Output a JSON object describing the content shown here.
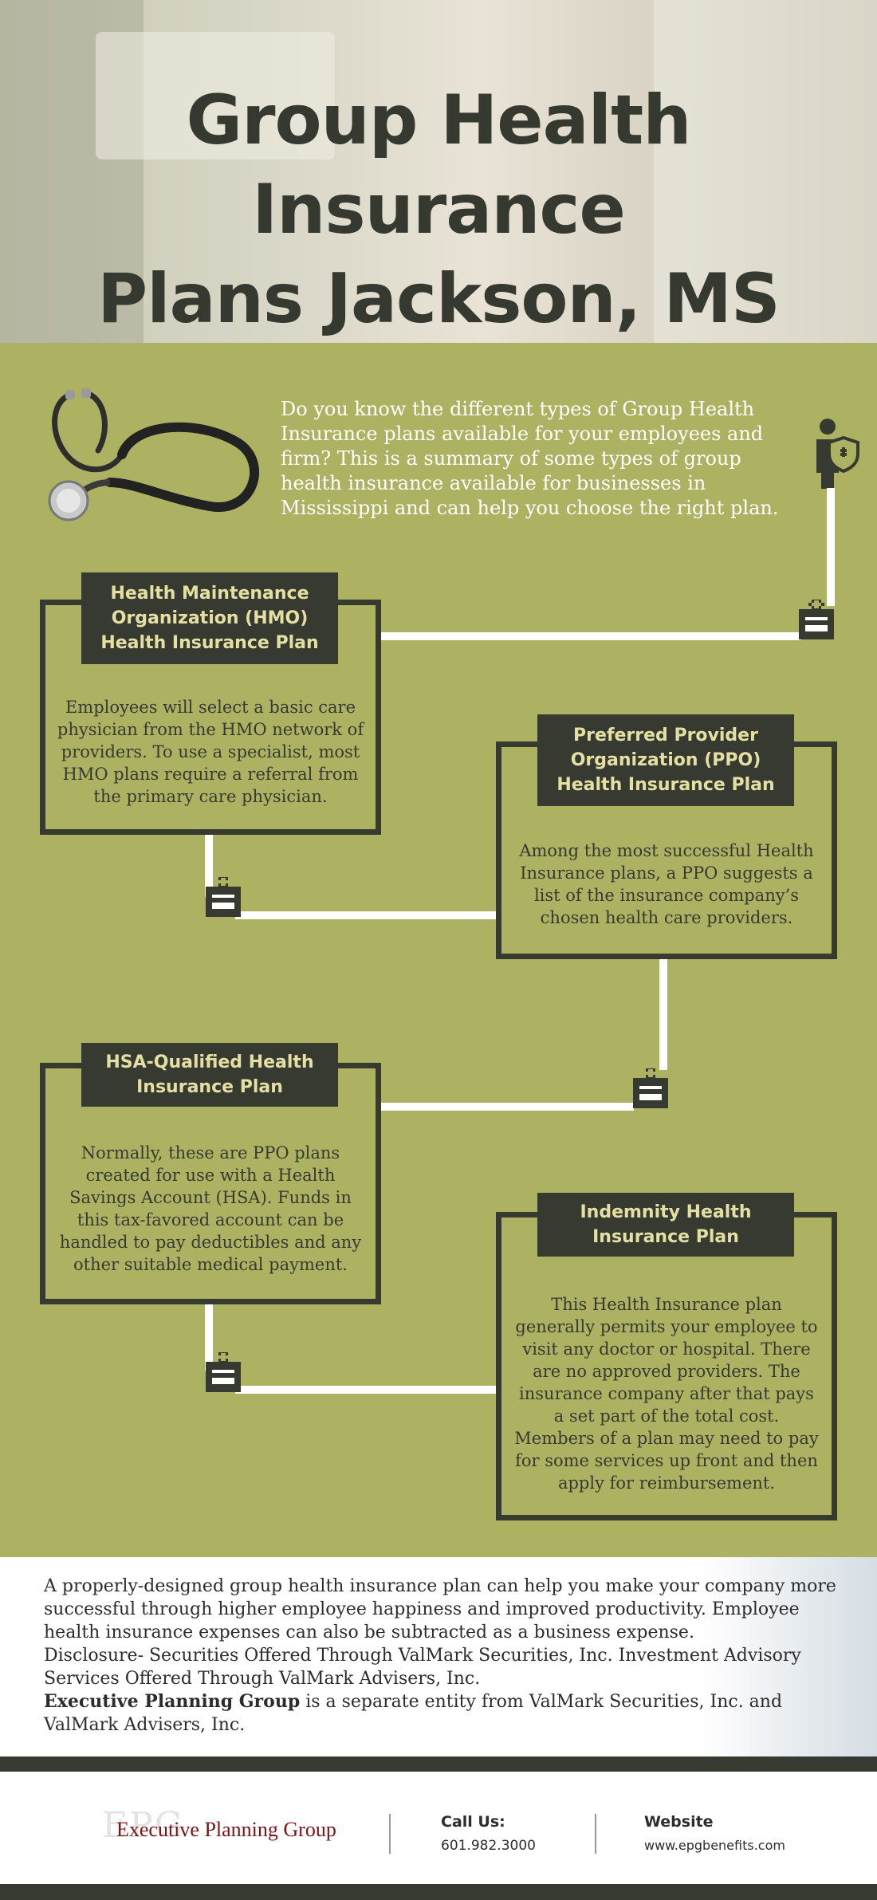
{
  "hero": {
    "title_line1": "Group Health Insurance",
    "title_line2": "Plans Jackson, MS"
  },
  "intro": {
    "text": "Do you know the different types of Group Health Insurance plans available for your employees and firm? This is a summary of some types of group health insurance available for businesses in Mississippi and can help you choose the right plan."
  },
  "plans": [
    {
      "title": "Health Maintenance Organization (HMO) Health Insurance Plan",
      "description": "Employees will select a basic care physician from the HMO network of providers. To use a specialist, most HMO plans require a referral from the primary care physician."
    },
    {
      "title": "Preferred Provider Organization (PPO) Health Insurance Plan",
      "description": "Among the most successful Health Insurance plans, a PPO suggests a list of the insurance company’s chosen health care providers."
    },
    {
      "title": "HSA-Qualified Health Insurance Plan",
      "description": "Normally, these are PPO plans created for use with a Health Savings Account (HSA). Funds in this tax-favored account can be handled to pay deductibles and any other suitable medical payment."
    },
    {
      "title": "Indemnity Health Insurance Plan",
      "description": "This Health Insurance plan generally permits your employee to visit any doctor or hospital. There are no approved providers. The insurance company after that pays a set part of the total cost. Members of a plan may need to pay for some services up front and then apply for reimbursement."
    }
  ],
  "footer": {
    "paragraph": "A properly-designed group health insurance plan can help you make your company more successful through higher employee happiness and improved productivity. Employee health insurance expenses can also be subtracted as a business expense.",
    "disclosure": "Disclosure- Securities Offered Through ValMark Securities, Inc. Investment Advisory Services Offered Through ValMark Advisers, Inc.",
    "entity_bold": "Executive Planning Group",
    "entity_rest": " is a separate entity from ValMark Securities, Inc. and ValMark Advisers, Inc."
  },
  "contact": {
    "logo_initials": "EPG",
    "logo_name": "Executive Planning Group",
    "call_label": "Call Us:",
    "phone": "601.982.3000",
    "website_label": "Website",
    "website": "www.epgbenefits.com"
  },
  "colors": {
    "olive": "#adb262",
    "dark": "#363a31",
    "tab_text": "#e4e0a3",
    "logo_red": "#7a1515"
  },
  "icons": [
    "stethoscope-icon",
    "doctor-shield-icon",
    "medical-kit-icon"
  ]
}
